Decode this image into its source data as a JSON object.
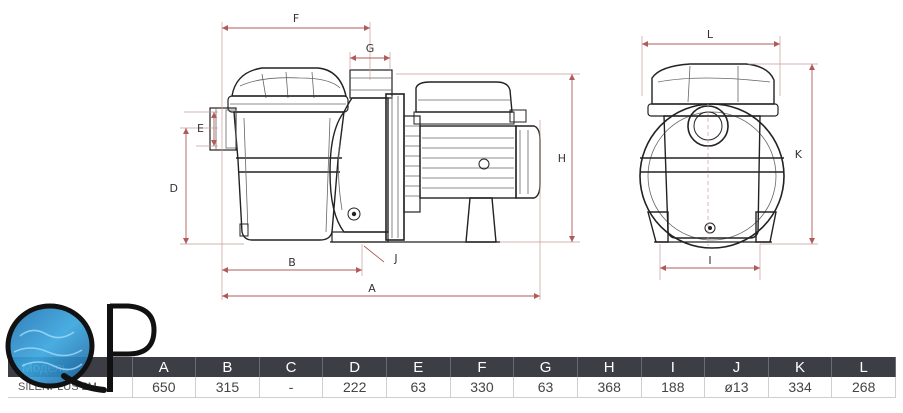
{
  "dimension_letters": {
    "A": "A",
    "B": "B",
    "D": "D",
    "E": "E",
    "F": "F",
    "G": "G",
    "H": "H",
    "I": "I",
    "J": "J",
    "K": "K",
    "L": "L"
  },
  "table": {
    "headers": [
      "Модель",
      "A",
      "B",
      "C",
      "D",
      "E",
      "F",
      "G",
      "H",
      "I",
      "J",
      "K",
      "L"
    ],
    "rows": [
      [
        "SILENPLUS 2M",
        "650",
        "315",
        "-",
        "222",
        "63",
        "330",
        "63",
        "368",
        "188",
        "ø13",
        "334",
        "268"
      ]
    ]
  },
  "logo": {
    "text": "QP"
  },
  "colors": {
    "header_bg": "#3d3d45",
    "dimension_line": "#b05b5b",
    "logo_water": "#2f8fc8"
  }
}
